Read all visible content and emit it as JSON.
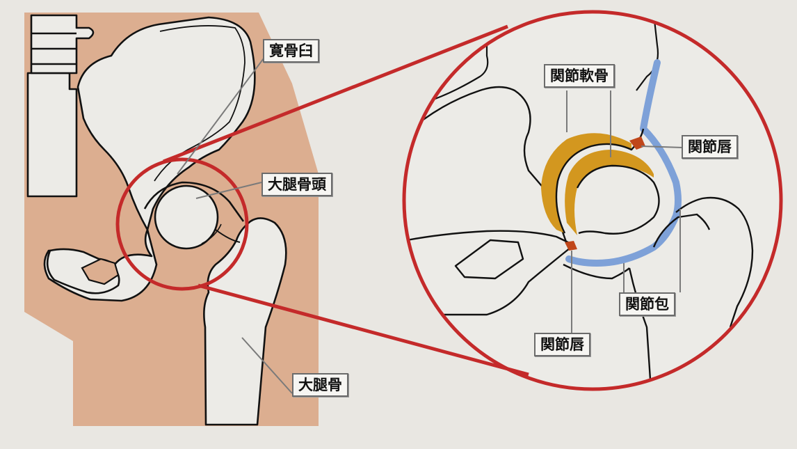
{
  "labels": {
    "acetabulum": "寛骨臼",
    "femoral_head": "大腿骨頭",
    "femur": "大腿骨",
    "articular_cartilage": "関節軟骨",
    "labrum_upper": "関節唇",
    "labrum_lower": "関節唇",
    "joint_capsule": "関節包"
  },
  "colors": {
    "background": "#e9e7e2",
    "tissue": "#dcae90",
    "bone": "#ecebe7",
    "circle": "#c42a2a",
    "cartilage": "#d3971f",
    "capsule": "#7ea1d8",
    "labrum": "#c0461a",
    "leader": "#7a7a7a"
  }
}
